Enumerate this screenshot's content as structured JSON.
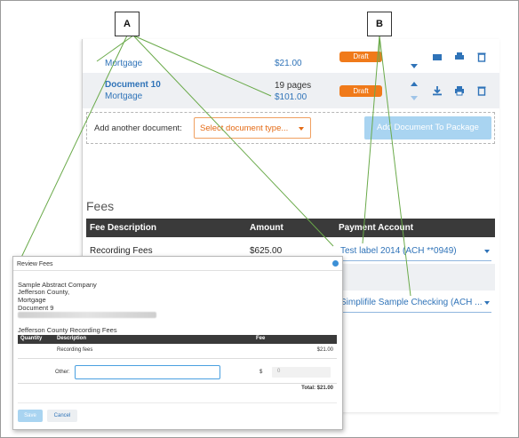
{
  "callouts": {
    "a": "A",
    "b": "B"
  },
  "documents": [
    {
      "name": "",
      "type": "Mortgage",
      "pages": "",
      "price": "$21.00",
      "status": "Draft"
    },
    {
      "name": "Document 10",
      "type": "Mortgage",
      "pages": "19 pages",
      "price": "$101.00",
      "status": "Draft"
    }
  ],
  "add_document": {
    "label": "Add another document:",
    "select_placeholder": "Select document type...",
    "button": "Add Document To Package"
  },
  "fees": {
    "heading": "Fees",
    "columns": [
      "Fee Description",
      "Amount",
      "Payment Account"
    ],
    "rows": [
      {
        "description": "Recording Fees",
        "amount": "$625.00",
        "account": "Test label 2014 (ACH **0949)"
      },
      {
        "description": "",
        "amount": "",
        "account": ""
      },
      {
        "description": "",
        "amount": "",
        "account": "Simplifile Sample Checking (ACH ..."
      }
    ]
  },
  "modal": {
    "title": "Review Fees",
    "company": "Sample Abstract Company",
    "county": "Jefferson County,",
    "doc_type": "Mortgage",
    "doc_name": "Document 9",
    "section": "Jefferson County Recording Fees",
    "columns": {
      "quantity": "Quantity",
      "description": "Description",
      "fee": "Fee"
    },
    "fee_row": {
      "description": "Recording fees",
      "fee": "$21.00"
    },
    "other_label": "Other:",
    "currency": "$",
    "other_amount": "0",
    "total": "Total: $21.00",
    "save": "Save",
    "cancel": "Cancel"
  },
  "colors": {
    "accent": "#2f73b8",
    "draft": "#f07a1a",
    "header": "#3a3a3a",
    "callout_line": "#6aaa4a"
  }
}
